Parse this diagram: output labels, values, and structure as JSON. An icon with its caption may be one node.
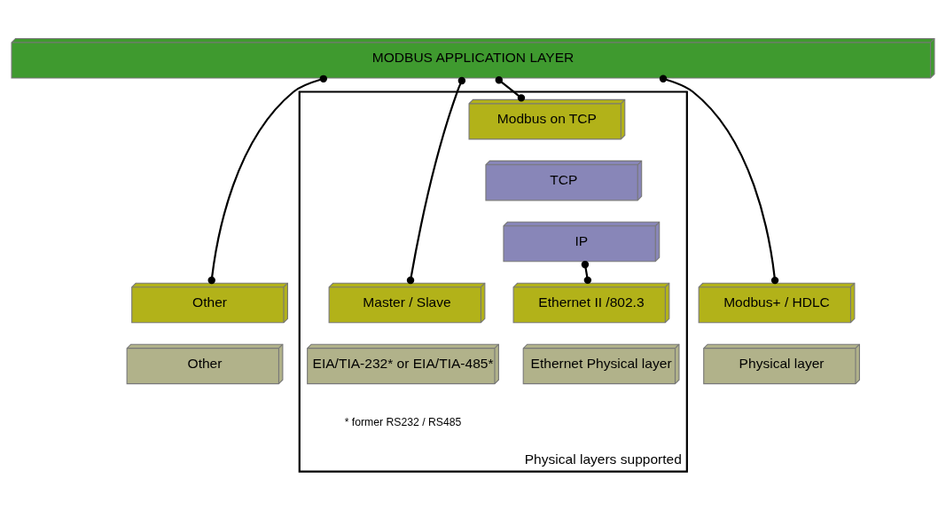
{
  "diagram": {
    "nodes": [
      {
        "text": [
          "MODBUS APPLICATION LAYER"
        ]
      },
      {
        "text": [
          "Physical layers supported"
        ]
      },
      {
        "text": [
          "Other"
        ]
      },
      {
        "text": [
          "Other"
        ]
      },
      {
        "text": [
          "Modbus+ / HDLC"
        ]
      },
      {
        "text": [
          "Physical layer"
        ]
      },
      {
        "text": [
          "Master / Slave"
        ],
        "in": 1
      },
      {
        "text": [
          "EIA/TIA-232* or EIA/TIA-485*"
        ],
        "in": 1
      },
      {
        "text": [
          "Modbus on TCP"
        ],
        "in": 1
      },
      {
        "text": [
          "TCP"
        ],
        "in": 1
      },
      {
        "text": [
          "IP"
        ],
        "in": 1
      },
      {
        "text": [
          "Ethernet II /802.3"
        ],
        "in": 1
      },
      {
        "text": [
          "Ethernet Physical layer"
        ],
        "in": 1
      }
    ],
    "edges": [
      {
        "from": 0,
        "to": 2,
        "arrow": "other"
      },
      {
        "from": 0,
        "to": 4,
        "arrow": "other"
      },
      {
        "from": 0,
        "to": 6,
        "arrow": "other"
      },
      {
        "from": 0,
        "to": 8,
        "arrow": "other"
      },
      {
        "from": 10,
        "to": 11,
        "arrow": "other"
      }
    ],
    "labels": [
      "* former RS232 / RS485"
    ]
  }
}
